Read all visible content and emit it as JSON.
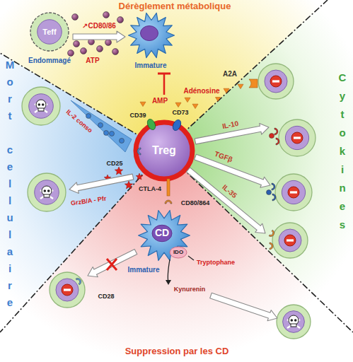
{
  "diagram": {
    "nodes": [
      {
        "text": [
          "Treg"
        ]
      },
      {
        "text": [
          "Teff",
          "Endommagé"
        ]
      },
      {
        "text": [
          "Immature"
        ]
      },
      {
        "text": [
          "CD",
          "Immature"
        ]
      }
    ],
    "edges": [
      {
        "from": 1,
        "to": 2,
        "arrow": "to",
        "label": "↗CD80/86"
      }
    ],
    "labels": [
      "Dérèglement métabolique",
      "ATP",
      "AMP",
      "A2A",
      "Adénosine",
      "CD39",
      "CD73",
      "IL-10",
      "TGFβ",
      "IL-35",
      "Cytokines",
      "Mort cellulaire",
      "IL-2 conso",
      "CD25",
      "GrzB/A - Pfr",
      "CTLA-4",
      "CD80/864",
      "IDO",
      "Tryptophane",
      "Kynurenin",
      "CD28",
      "Suppression par les CD"
    ]
  }
}
